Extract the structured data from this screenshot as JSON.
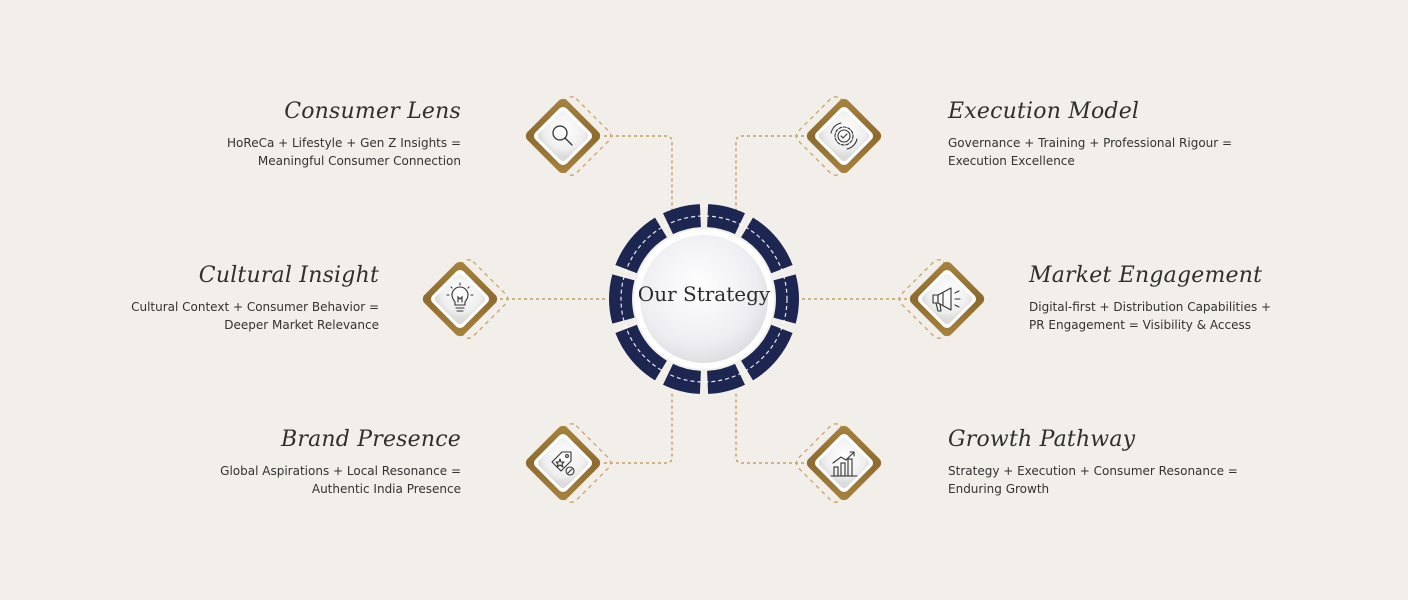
{
  "center": {
    "label": "Our Strategy"
  },
  "colors": {
    "background": "#f2eee9",
    "navy": "#1d2650",
    "gold": "#9c7a3c",
    "connector": "#b8914a",
    "text": "#333333"
  },
  "nodes": [
    {
      "id": "consumer-lens",
      "title": "Consumer Lens",
      "desc_line1": "HoReCa + Lifestyle + Gen Z Insights =",
      "desc_line2": "Meaningful Consumer Connection",
      "icon": "magnifier-icon"
    },
    {
      "id": "cultural-insight",
      "title": "Cultural Insight",
      "desc_line1": "Cultural Context + Consumer Behavior =",
      "desc_line2": "Deeper Market Relevance",
      "icon": "lightbulb-icon"
    },
    {
      "id": "brand-presence",
      "title": "Brand Presence",
      "desc_line1": "Global Aspirations + Local Resonance =",
      "desc_line2": "Authentic India Presence",
      "icon": "price-tag-icon"
    },
    {
      "id": "execution-model",
      "title": "Execution Model",
      "desc_line1": "Governance + Training + Professional Rigour =",
      "desc_line2": "Execution Excellence",
      "icon": "gear-check-icon"
    },
    {
      "id": "market-engagement",
      "title": "Market Engagement",
      "desc_line1": "Digital-first + Distribution Capabilities +",
      "desc_line2": "PR Engagement = Visibility & Access",
      "icon": "megaphone-icon"
    },
    {
      "id": "growth-pathway",
      "title": "Growth Pathway",
      "desc_line1": "Strategy + Execution + Consumer Resonance =",
      "desc_line2": "Enduring Growth",
      "icon": "bar-chart-icon"
    }
  ]
}
